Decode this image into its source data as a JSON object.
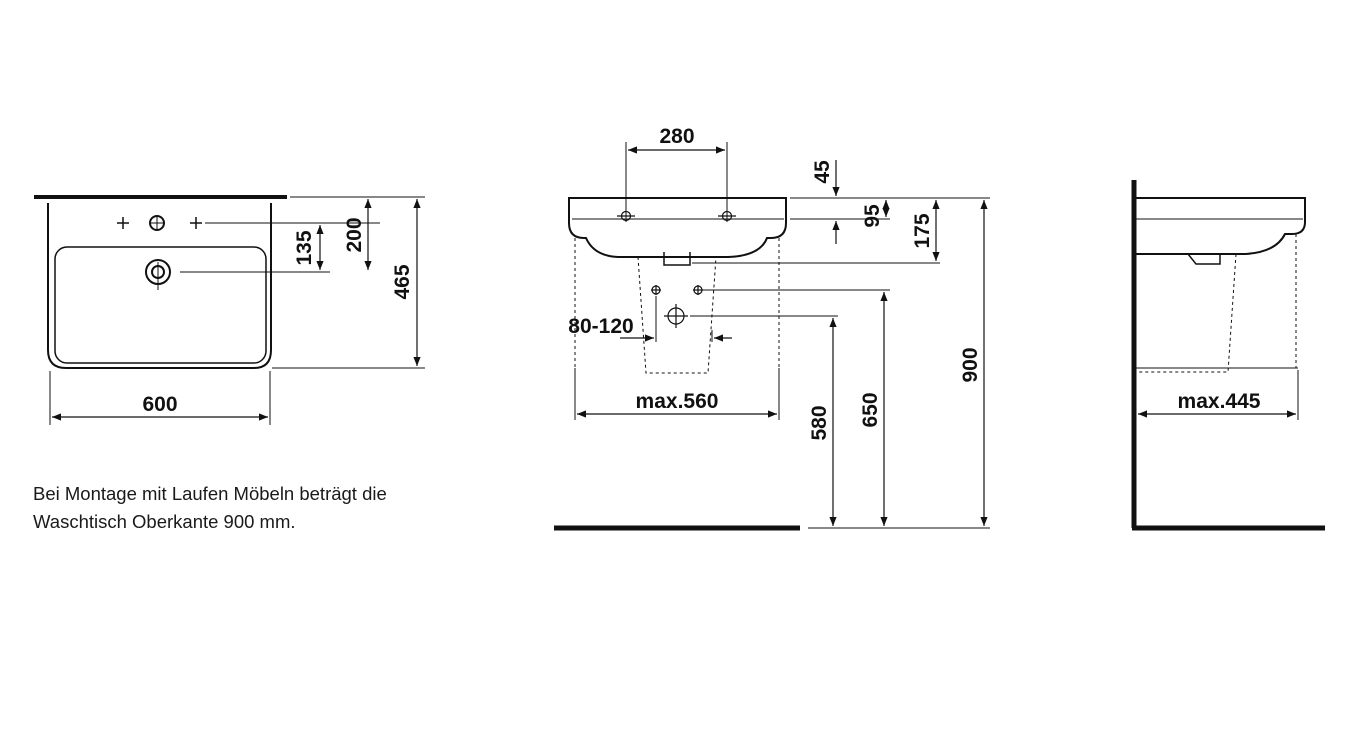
{
  "colors": {
    "line": "#111111",
    "background": "#ffffff"
  },
  "top_view": {
    "width": "600",
    "depth": "465",
    "tap_offset_200": "200",
    "drain_offset_135": "135"
  },
  "front_view": {
    "tap_spacing": "280",
    "rim_45": "45",
    "rim_95": "95",
    "rim_175": "175",
    "trap_range": "80-120",
    "pedestal_width": "max.560",
    "height_580": "580",
    "height_650": "650",
    "height_900": "900"
  },
  "side_view": {
    "pedestal_depth": "max.445"
  },
  "note": {
    "line1": "Bei Montage mit Laufen Möbeln beträgt die",
    "line2": "Waschtisch Oberkante 900 mm."
  }
}
